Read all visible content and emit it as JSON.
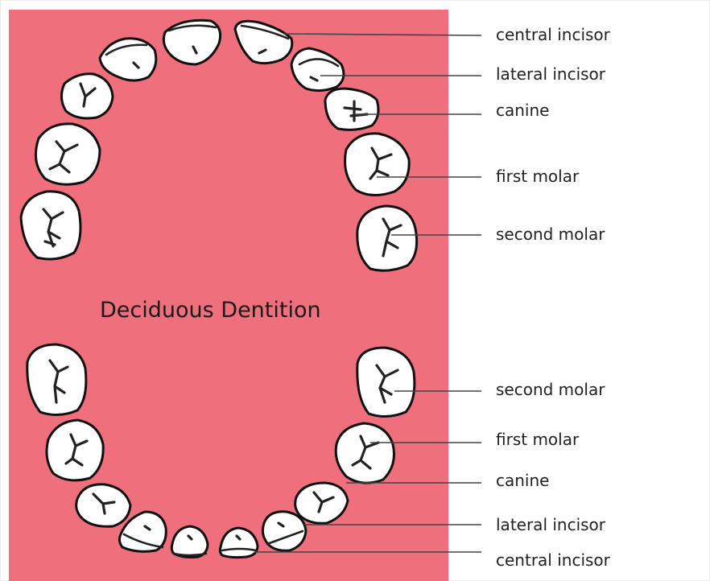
{
  "title": "Deciduous Dentition",
  "colors": {
    "background": "#ef6f7c",
    "page": "#ffffff",
    "outline": "#111111",
    "text": "#222222"
  },
  "upper_labels": [
    "central incisor",
    "lateral incisor",
    "canine",
    "first molar",
    "second molar"
  ],
  "lower_labels": [
    "second molar",
    "first molar",
    "canine",
    "lateral incisor",
    "central incisor"
  ]
}
